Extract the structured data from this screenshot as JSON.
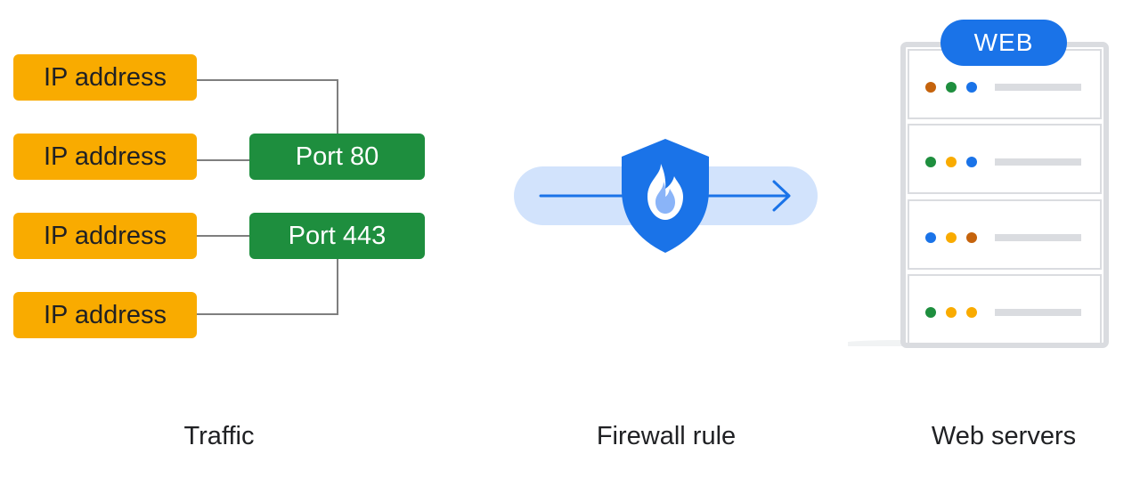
{
  "colors": {
    "ip_box": "#F9AB00",
    "port_box": "#1E8E3E",
    "connector": "#7F7F7F",
    "arrow": "#1A73E8",
    "arrow_band": "#D2E3FC",
    "shield": "#1A73E8",
    "flame_outer": "#FFFFFF",
    "flame_inner": "#8AB4F8",
    "server_frame": "#DADCE0",
    "server_line": "#DADCE0",
    "dot_orange": "#C5630C",
    "dot_green": "#1E8E3E",
    "dot_yellow": "#F9AB00",
    "dot_blue": "#1A73E8"
  },
  "traffic": {
    "ip_addresses": [
      {
        "label": "IP address"
      },
      {
        "label": "IP address"
      },
      {
        "label": "IP address"
      },
      {
        "label": "IP address"
      }
    ],
    "ports": [
      {
        "label": "Port 80"
      },
      {
        "label": "Port 443"
      }
    ]
  },
  "firewall": {
    "icon": "shield-flame-icon"
  },
  "servers": {
    "badge": "WEB",
    "units": [
      {
        "dots": [
          "dot_orange",
          "dot_green",
          "dot_blue"
        ]
      },
      {
        "dots": [
          "dot_green",
          "dot_yellow",
          "dot_blue"
        ]
      },
      {
        "dots": [
          "dot_blue",
          "dot_yellow",
          "dot_orange"
        ]
      },
      {
        "dots": [
          "dot_green",
          "dot_yellow",
          "dot_yellow"
        ]
      }
    ]
  },
  "captions": {
    "traffic": "Traffic",
    "firewall": "Firewall rule",
    "servers": "Web servers"
  }
}
